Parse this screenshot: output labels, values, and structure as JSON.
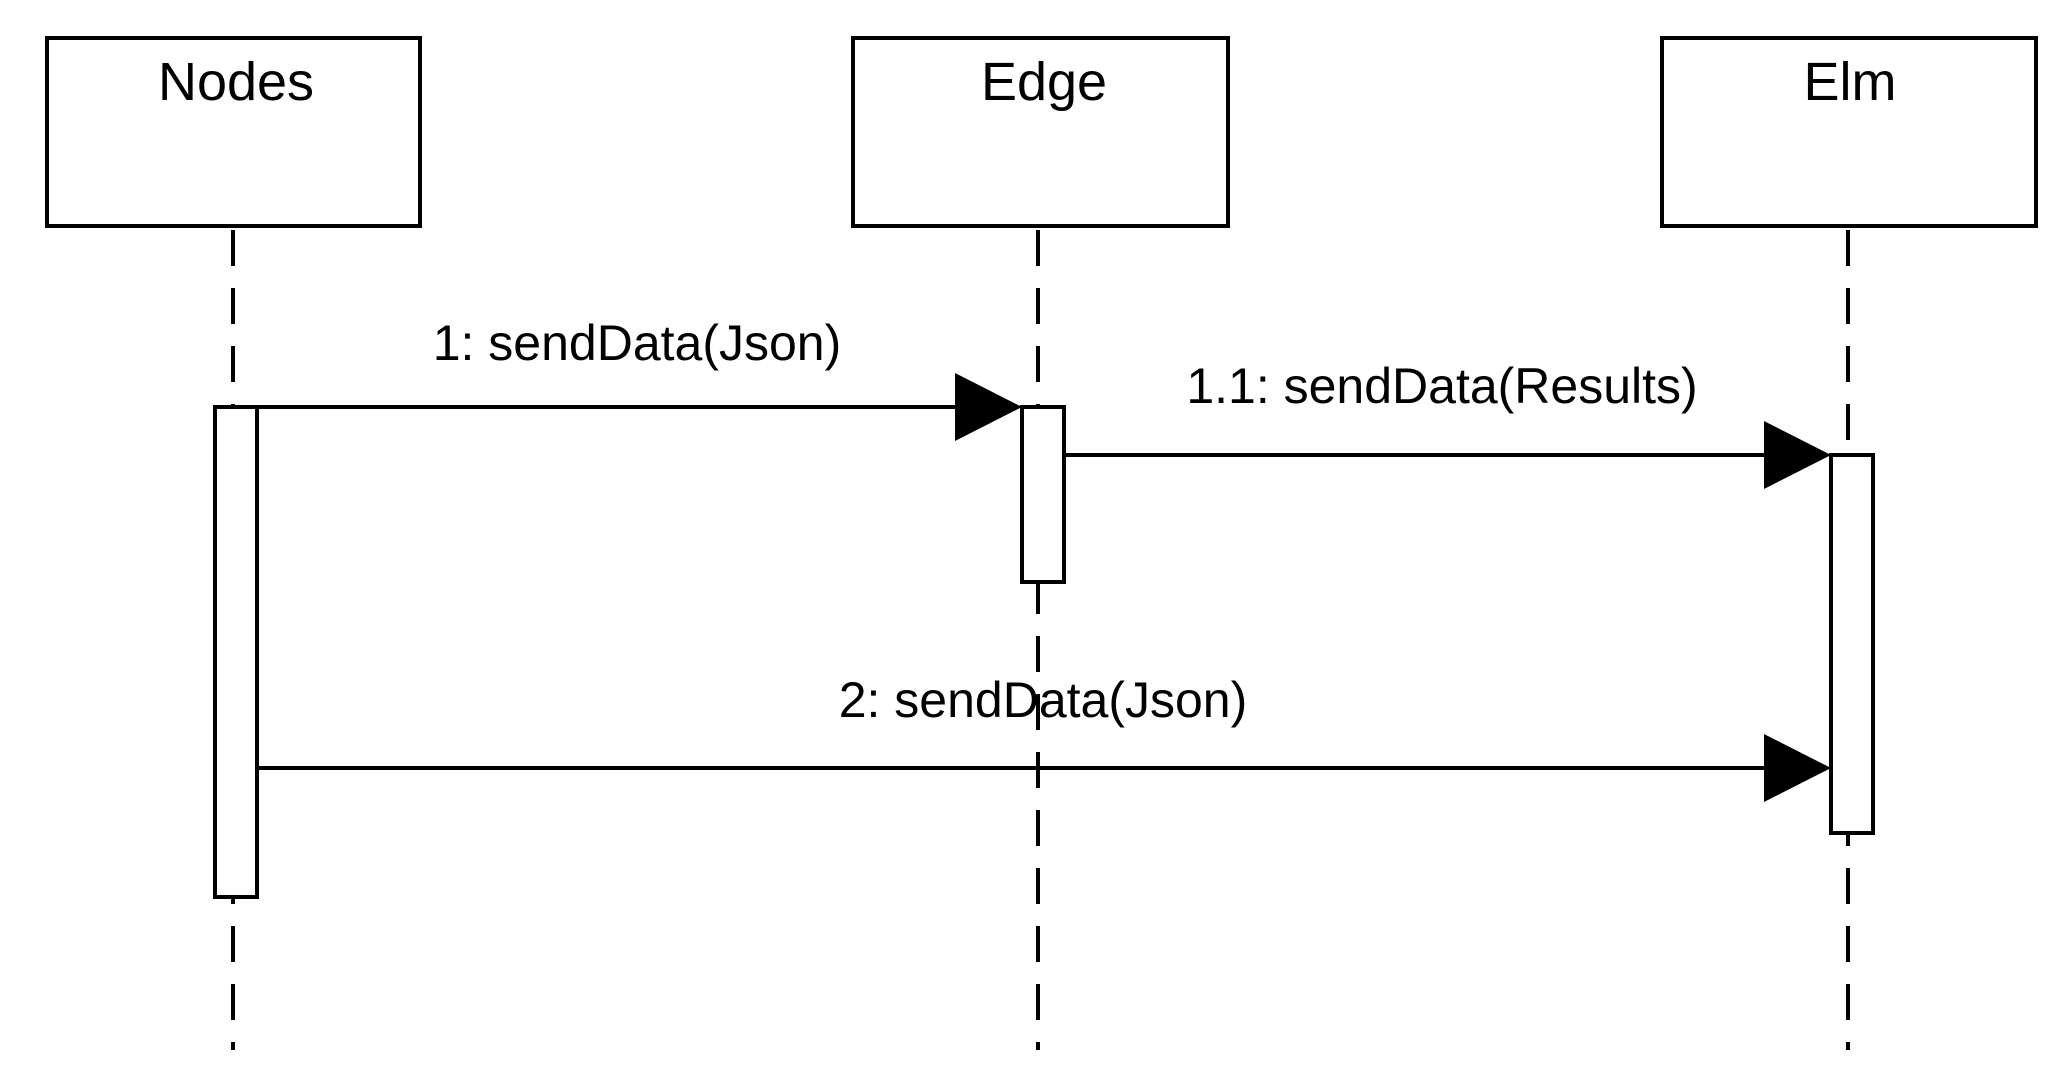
{
  "diagram": {
    "type": "sequence",
    "colors": {
      "stroke": "#000000",
      "background": "#ffffff"
    },
    "participants": [
      {
        "id": "nodes",
        "label": "Nodes"
      },
      {
        "id": "edge",
        "label": "Edge"
      },
      {
        "id": "elm",
        "label": "Elm"
      }
    ],
    "messages": [
      {
        "label": "1: sendData(Json)",
        "from": "Nodes",
        "to": "Edge",
        "arrow": "filled-triangle"
      },
      {
        "label": "1.1: sendData(Results)",
        "from": "Edge",
        "to": "Elm",
        "arrow": "filled-triangle"
      },
      {
        "label": "2: sendData(Json)",
        "from": "Nodes",
        "to": "Elm",
        "arrow": "filled-triangle"
      }
    ]
  }
}
